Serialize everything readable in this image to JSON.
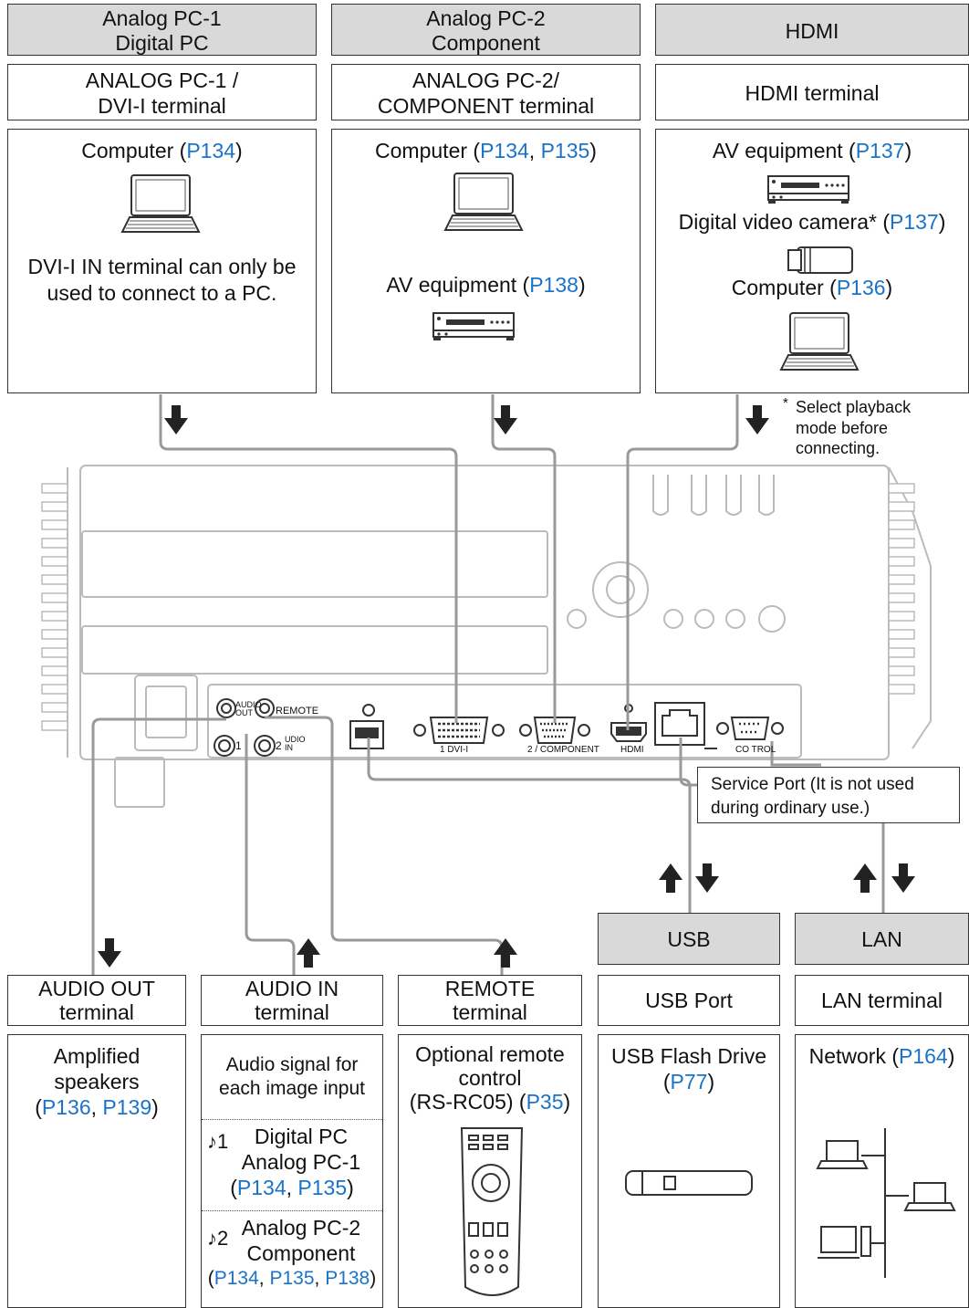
{
  "top": [
    {
      "hdr1": "Analog PC-1",
      "hdr2": "Digital PC",
      "term1": "ANALOG PC-1 /",
      "term2": "DVI-I terminal"
    },
    {
      "hdr1": "Analog PC-2",
      "hdr2": "Component",
      "term1": "ANALOG PC-2/",
      "term2": "COMPONENT terminal"
    },
    {
      "hdr1": "HDMI",
      "hdr2": "",
      "term1": "HDMI terminal",
      "term2": ""
    }
  ],
  "col1": {
    "computer": "Computer (",
    "p": "P134",
    "close": ")",
    "note1": "DVI-I IN terminal can only be",
    "note2": "used to connect to a PC."
  },
  "col2": {
    "computer": "Computer (",
    "p1": "P134",
    "sep": ", ",
    "p2": "P135",
    "close": ")",
    "av": "AV equipment (",
    "p3": "P138",
    "close2": ")"
  },
  "col3": {
    "av": "AV equipment (",
    "p1": "P137",
    "close": ")",
    "cam": "Digital video camera* (",
    "p2": "P137",
    "close2": ")",
    "computer": "Computer (",
    "p3": "P136",
    "close3": ")"
  },
  "hdmi_note": {
    "star": "*",
    "l1": "Select playback",
    "l2": "mode before",
    "l3": "connecting."
  },
  "panel": {
    "audio_out": "AUDIO",
    "out": "OUT",
    "remote": "REMOTE",
    "audio_in": "UDIO",
    "in": "IN",
    "one": "1",
    "two": "2",
    "dvi": "1 DVI-I",
    "comp": "2 / COMPONENT",
    "hdmi": "HDMI",
    "control": "CO  TROL"
  },
  "service": {
    "l1": "Service Port (It is not used",
    "l2": "during ordinary use.)"
  },
  "usb": {
    "hdr": "USB",
    "term": "USB Port",
    "dev": "USB Flash Drive",
    "p_open": "(",
    "p": "P77",
    "p_close": ")"
  },
  "lan": {
    "hdr": "LAN",
    "term": "LAN terminal",
    "dev": "Network (",
    "p": "P164",
    "close": ")"
  },
  "audio_out": {
    "t1": "AUDIO OUT",
    "t2": "terminal",
    "d1": "Amplified",
    "d2": "speakers",
    "open": "(",
    "p1": "P136",
    "sep": ", ",
    "p2": "P139",
    "close": ")"
  },
  "audio_in": {
    "t1": "AUDIO IN",
    "t2": "terminal",
    "d1": "Audio signal for",
    "d2": "each image input",
    "m1": "♪1",
    "s1a": "Digital PC",
    "s1b": "Analog PC-1",
    "s1open": "(",
    "s1p1": "P134",
    "s1sep": ", ",
    "s1p2": "P135",
    "s1close": ")",
    "m2": "♪2",
    "s2a": "Analog PC-2",
    "s2b": "Component",
    "s2open": "(",
    "s2p1": "P134",
    "s2sep": ", ",
    "s2p2": "P135",
    "s2sep2": ", ",
    "s2p3": "P138",
    "s2close": ")"
  },
  "remote": {
    "t1": "REMOTE",
    "t2": "terminal",
    "d1": "Optional remote",
    "d2": "control",
    "d3": "(RS-RC05) (",
    "p": "P35",
    "close": ")"
  },
  "colors": {
    "header_bg": "#d9d9d9",
    "link": "#1a73c8",
    "cable": "#999999"
  }
}
